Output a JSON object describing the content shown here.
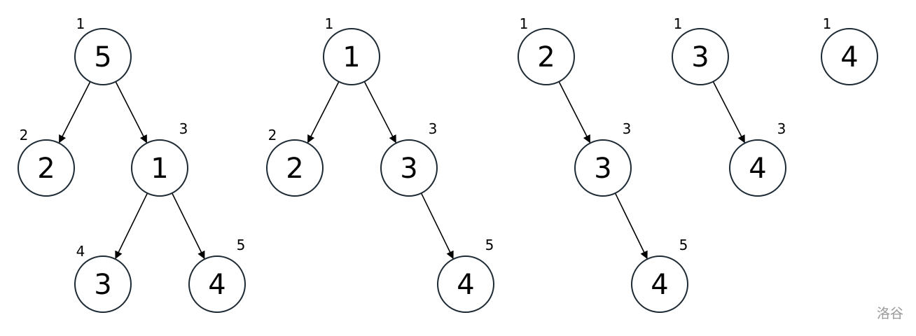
{
  "trees": [
    {
      "nodes": [
        {
          "id": "a1",
          "value": "5",
          "index": "1"
        },
        {
          "id": "a2",
          "value": "2",
          "index": "2"
        },
        {
          "id": "a3",
          "value": "1",
          "index": "3"
        },
        {
          "id": "a4",
          "value": "3",
          "index": "4"
        },
        {
          "id": "a5",
          "value": "4",
          "index": "5"
        }
      ],
      "edges": [
        [
          "a1",
          "a2"
        ],
        [
          "a1",
          "a3"
        ],
        [
          "a3",
          "a4"
        ],
        [
          "a3",
          "a5"
        ]
      ]
    },
    {
      "nodes": [
        {
          "id": "b1",
          "value": "1",
          "index": "1"
        },
        {
          "id": "b2",
          "value": "2",
          "index": "2"
        },
        {
          "id": "b3",
          "value": "3",
          "index": "3"
        },
        {
          "id": "b5",
          "value": "4",
          "index": "5"
        }
      ],
      "edges": [
        [
          "b1",
          "b2"
        ],
        [
          "b1",
          "b3"
        ],
        [
          "b3",
          "b5"
        ]
      ]
    },
    {
      "nodes": [
        {
          "id": "c1",
          "value": "2",
          "index": "1"
        },
        {
          "id": "c3",
          "value": "3",
          "index": "3"
        },
        {
          "id": "c5",
          "value": "4",
          "index": "5"
        }
      ],
      "edges": [
        [
          "c1",
          "c3"
        ],
        [
          "c3",
          "c5"
        ]
      ]
    },
    {
      "nodes": [
        {
          "id": "d1",
          "value": "3",
          "index": "1"
        },
        {
          "id": "d3",
          "value": "4",
          "index": "3"
        }
      ],
      "edges": [
        [
          "d1",
          "d3"
        ]
      ]
    },
    {
      "nodes": [
        {
          "id": "e1",
          "value": "4",
          "index": "1"
        }
      ],
      "edges": []
    }
  ],
  "watermark": "洛谷"
}
